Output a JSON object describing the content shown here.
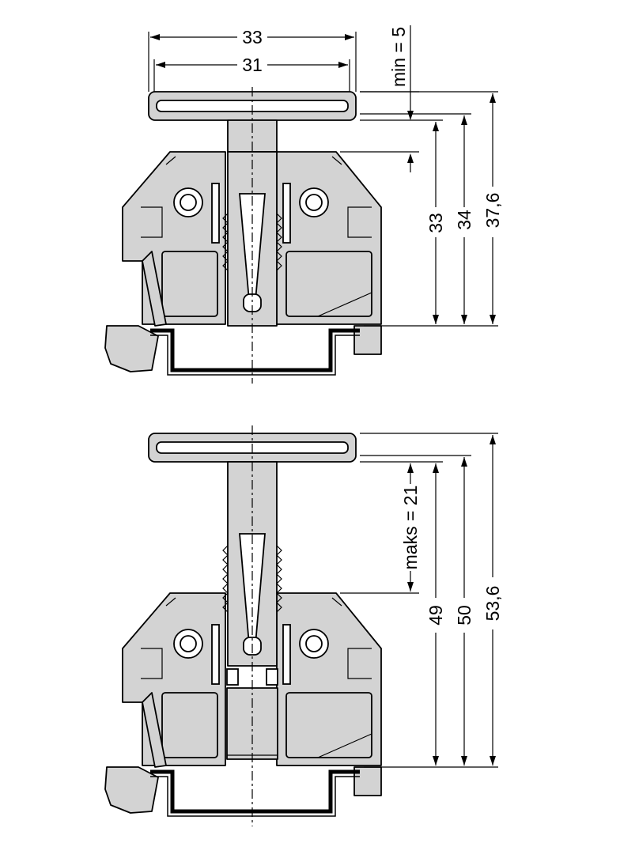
{
  "top_view": {
    "dim_width_outer": "33",
    "dim_width_inner": "31",
    "dim_min": "min = 5",
    "dim_h1": "33",
    "dim_h2": "34",
    "dim_h3": "37,6"
  },
  "bottom_view": {
    "dim_max": "maks = 21",
    "dim_h1": "49",
    "dim_h2": "50",
    "dim_h3": "53,6"
  }
}
